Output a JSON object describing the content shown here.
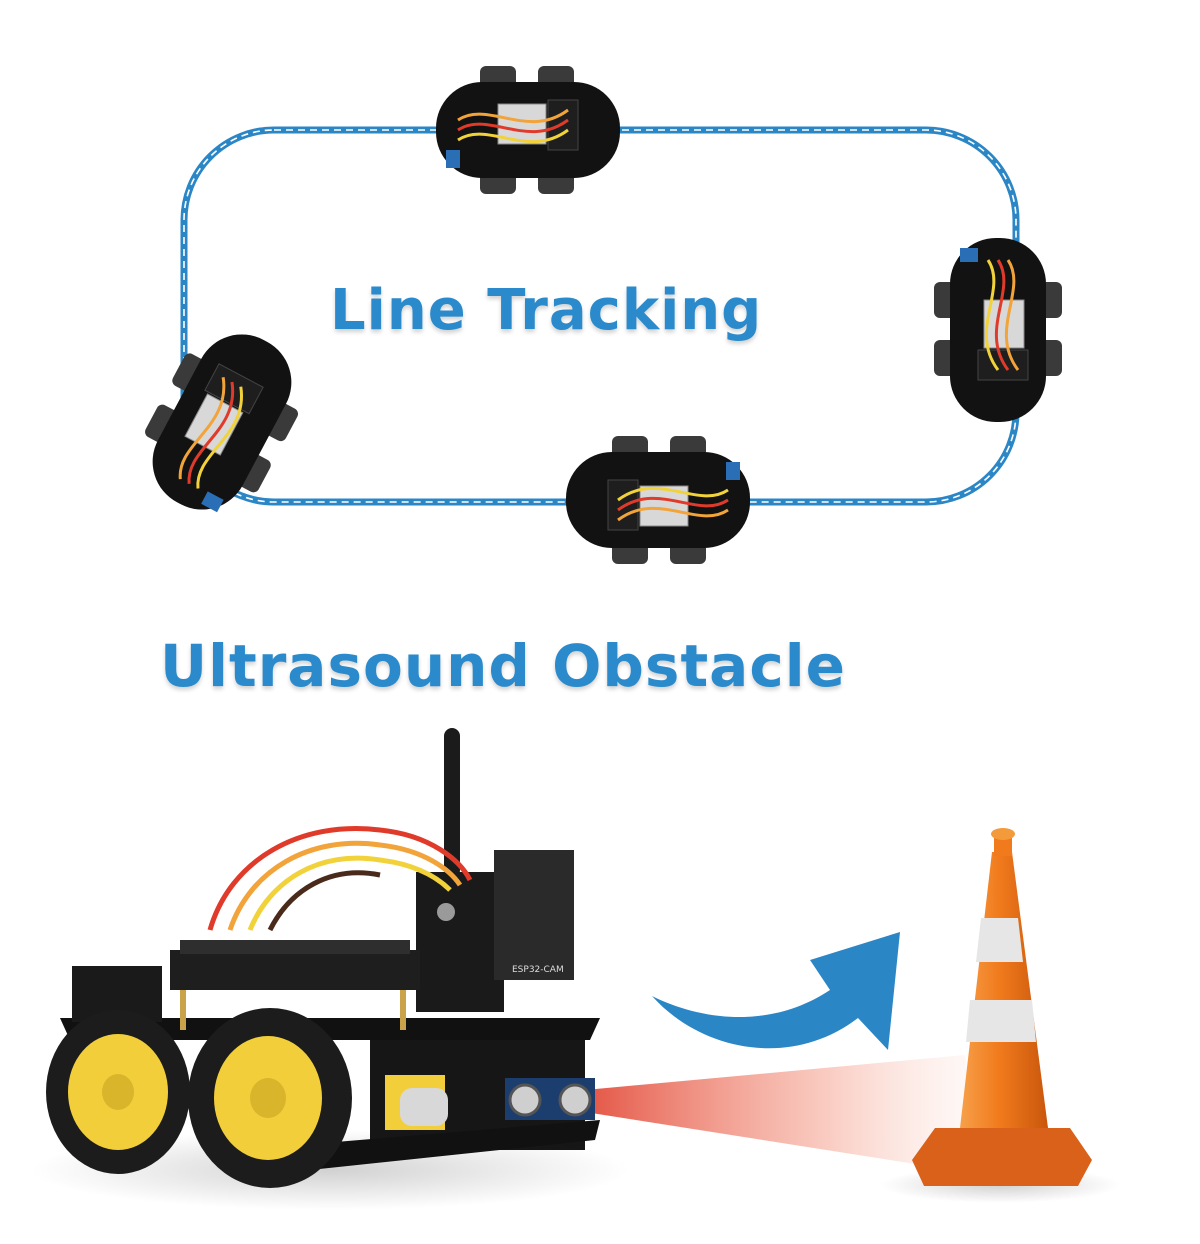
{
  "section_1": {
    "title": "Line Tracking"
  },
  "section_2": {
    "title": "Ultrasound Obstacle"
  },
  "camera_module": {
    "label": "ESP32-CAM"
  },
  "colors": {
    "accent_blue": "#2a8acb",
    "track_blue": "#2b86c6",
    "cone_orange": "#f07a1c",
    "wheel_yellow": "#f2cf3a",
    "beam_red": "#e24b3a"
  },
  "icons": [
    "robot-car",
    "traffic-cone",
    "turn-arrow",
    "ultrasonic-beam"
  ]
}
